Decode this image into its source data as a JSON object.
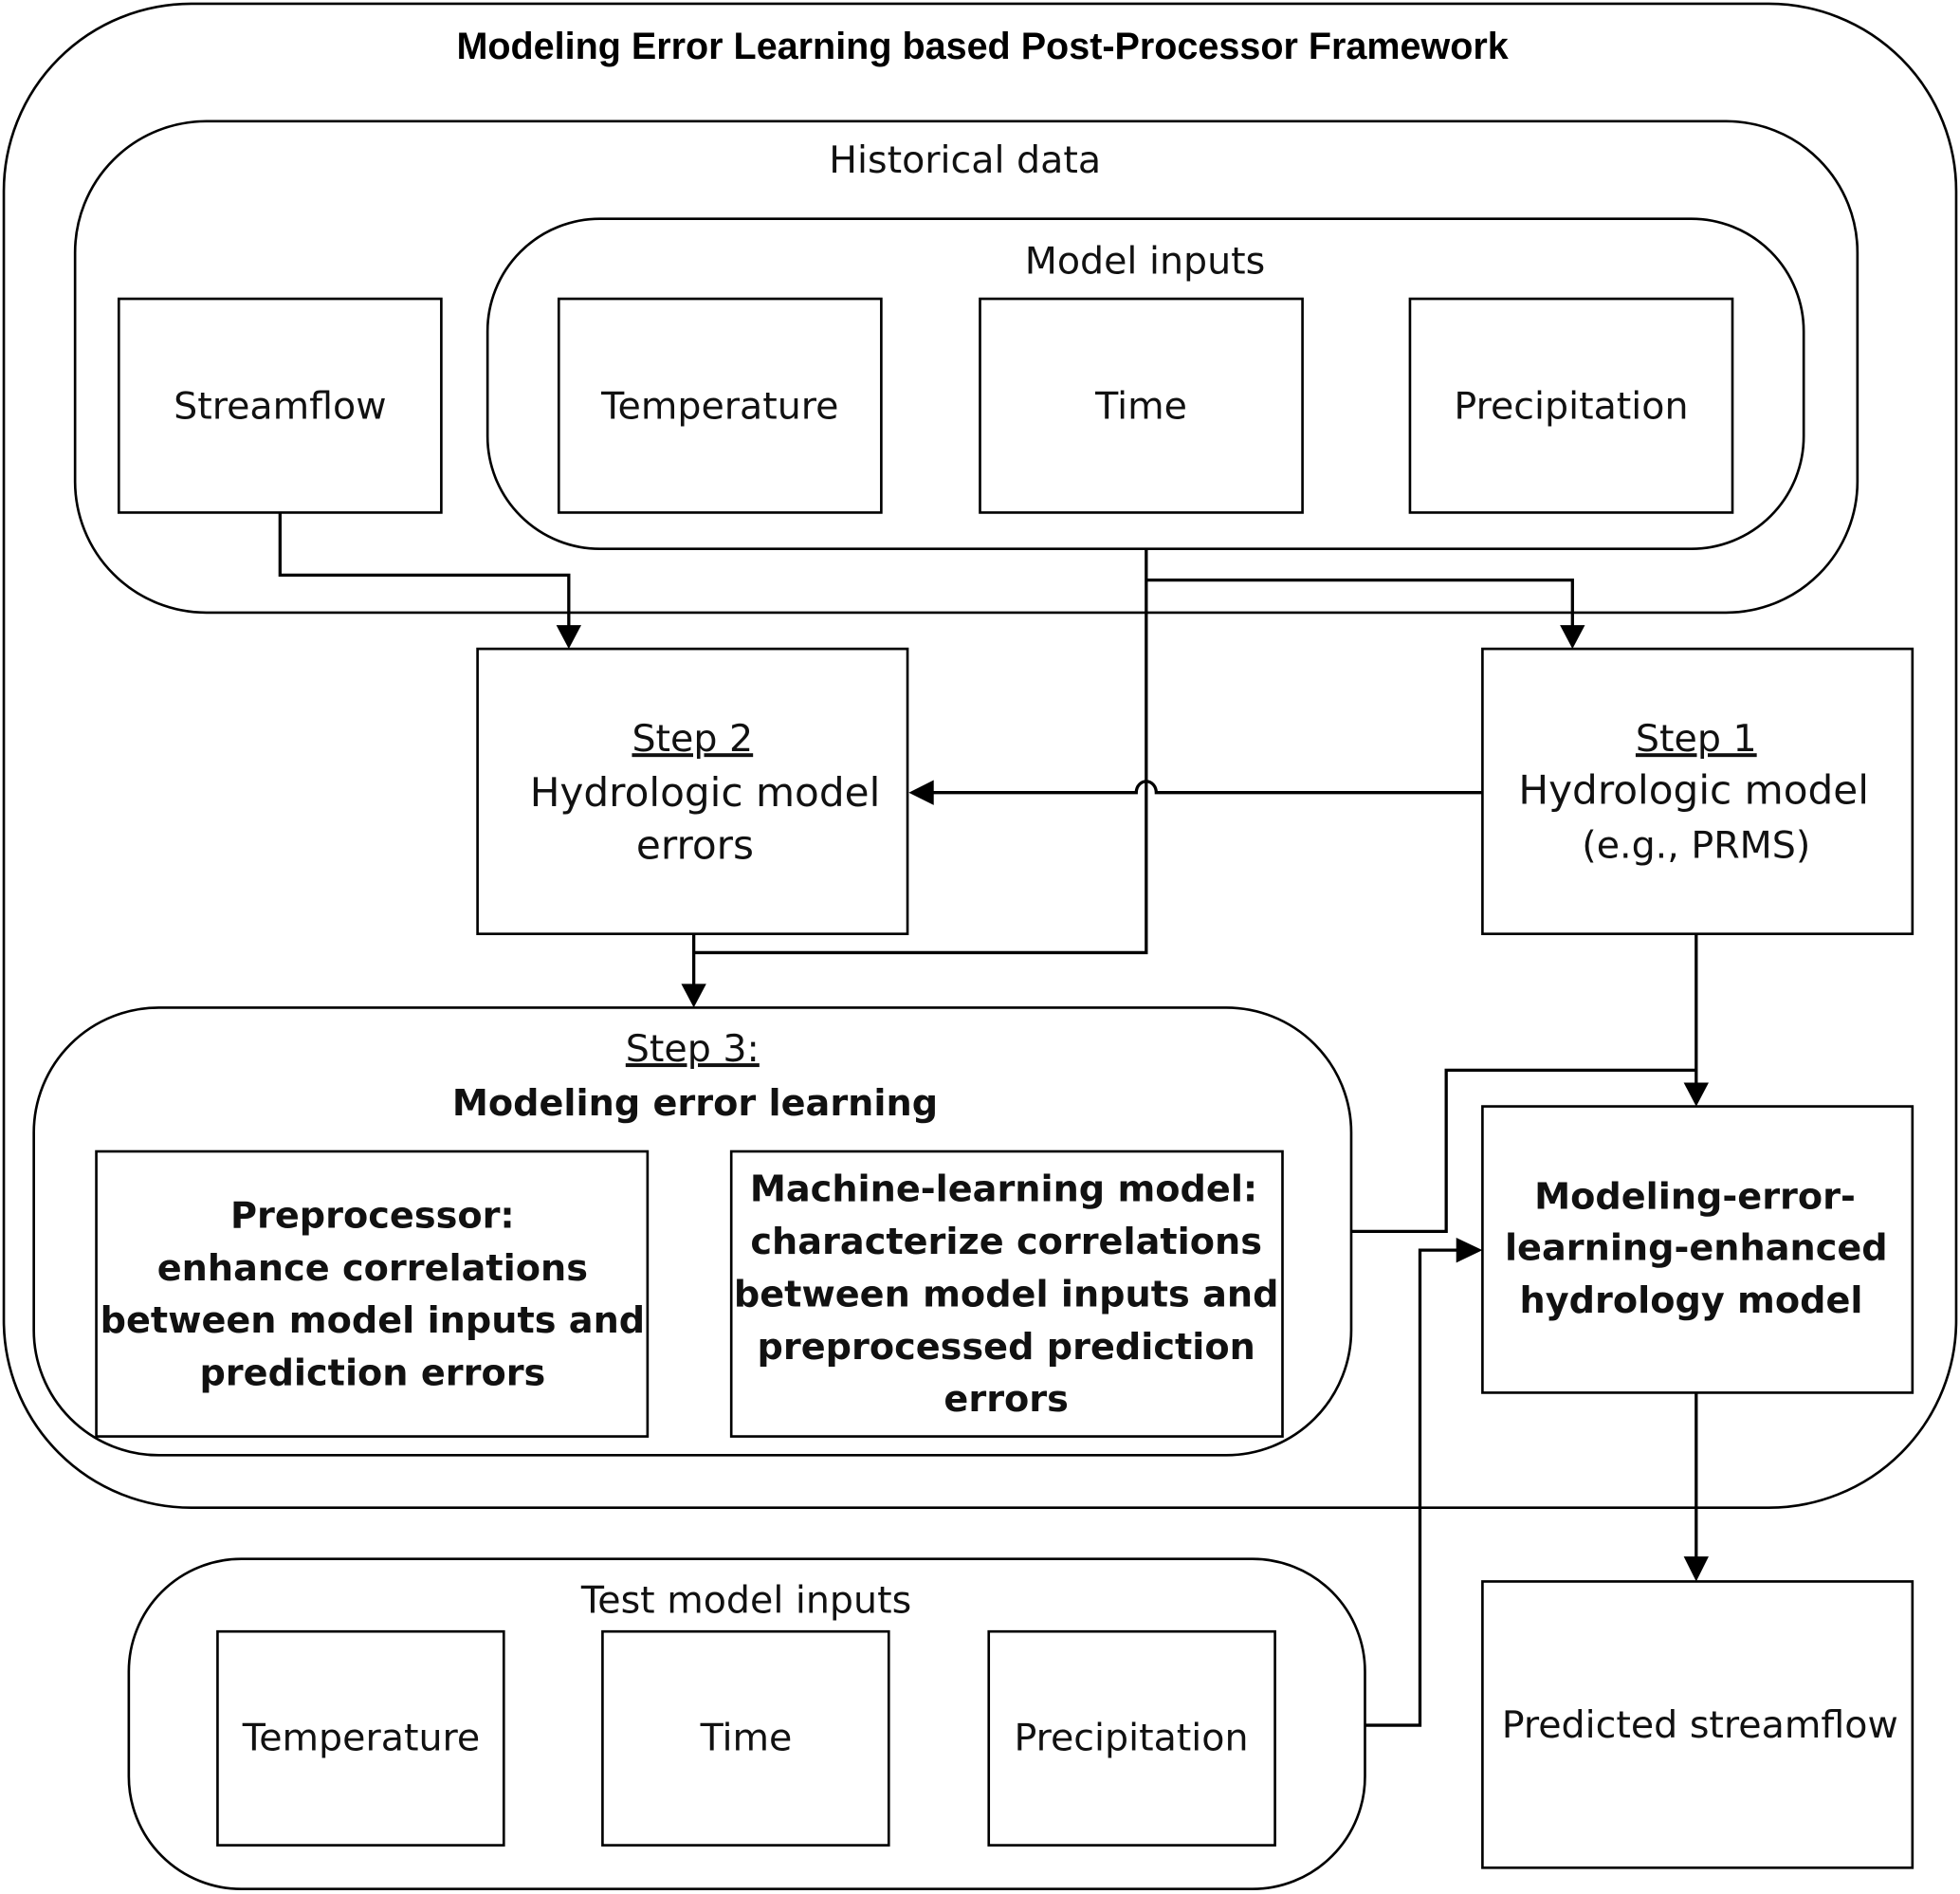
{
  "title": "Modeling Error Learning based Post-Processor Framework",
  "historical": {
    "label": "Historical data",
    "streamflow": "Streamflow",
    "model_inputs": {
      "label": "Model inputs",
      "items": [
        "Temperature",
        "Time",
        "Precipitation"
      ]
    }
  },
  "step1": {
    "step": "Step 1",
    "line1": "Hydrologic model",
    "line2": "(e.g., PRMS)"
  },
  "step2": {
    "step": "Step 2",
    "line1": "Hydrologic model",
    "line2": "errors"
  },
  "step3": {
    "step": "Step 3:",
    "title": "Modeling error learning",
    "preprocessor": [
      "Preprocessor:",
      "enhance correlations",
      "between model inputs and",
      "prediction errors"
    ],
    "ml_model": [
      "Machine-learning model:",
      "characterize correlations",
      "between model inputs and",
      "preprocessed prediction",
      "errors"
    ]
  },
  "enhanced_model": [
    "Modeling-error-",
    "learning-enhanced",
    "hydrology model"
  ],
  "test_inputs": {
    "label": "Test model inputs",
    "items": [
      "Temperature",
      "Time",
      "Precipitation"
    ]
  },
  "output": "Predicted streamflow"
}
